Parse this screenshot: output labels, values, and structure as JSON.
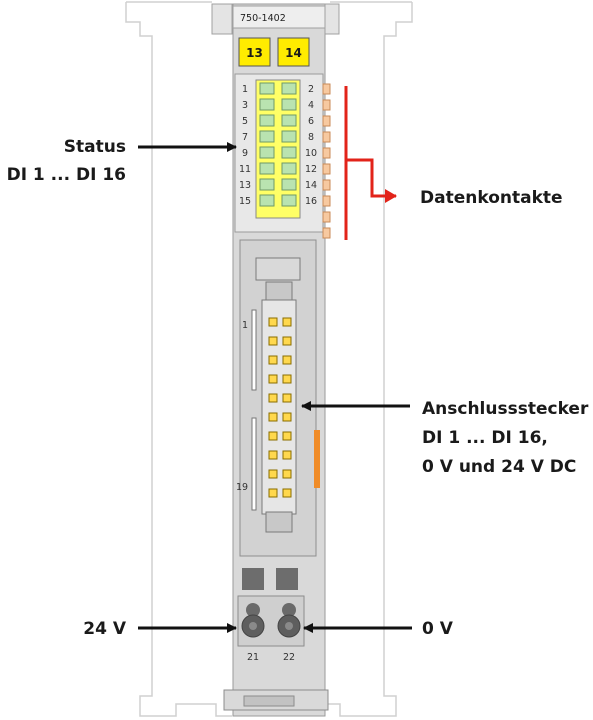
{
  "module": {
    "model": "750-1402",
    "box_numbers": [
      "13",
      "14"
    ],
    "left_led_numbers": [
      "1",
      "3",
      "5",
      "7",
      "9",
      "11",
      "13",
      "15"
    ],
    "right_led_numbers": [
      "2",
      "4",
      "6",
      "8",
      "10",
      "12",
      "14",
      "16"
    ],
    "connector_top_number": "1",
    "connector_bottom_number": "19",
    "terminal_labels": [
      "21",
      "22"
    ]
  },
  "callouts": {
    "status_line1": "Status",
    "status_line2": "DI 1 ... DI 16",
    "datenkontakte": "Datenkontakte",
    "anschluss_line1": "Anschlussstecker",
    "anschluss_line2": "DI 1 ... DI 16,",
    "anschluss_line3": "0 V und 24 V DC",
    "v24": "24 V",
    "v0": "0 V"
  },
  "colors": {
    "module_body": "#d9d9d9",
    "led_panel": "#e8e8e8",
    "led_yellow": "#ffff66",
    "led_green": "#b9e3b0",
    "box_yellow": "#ffec00",
    "contact_orange": "#f7c9a0",
    "connector_pin": "#ffd84d",
    "stripe_orange": "#f08c28",
    "red_line": "#e2231a",
    "arrow": "#111111"
  }
}
